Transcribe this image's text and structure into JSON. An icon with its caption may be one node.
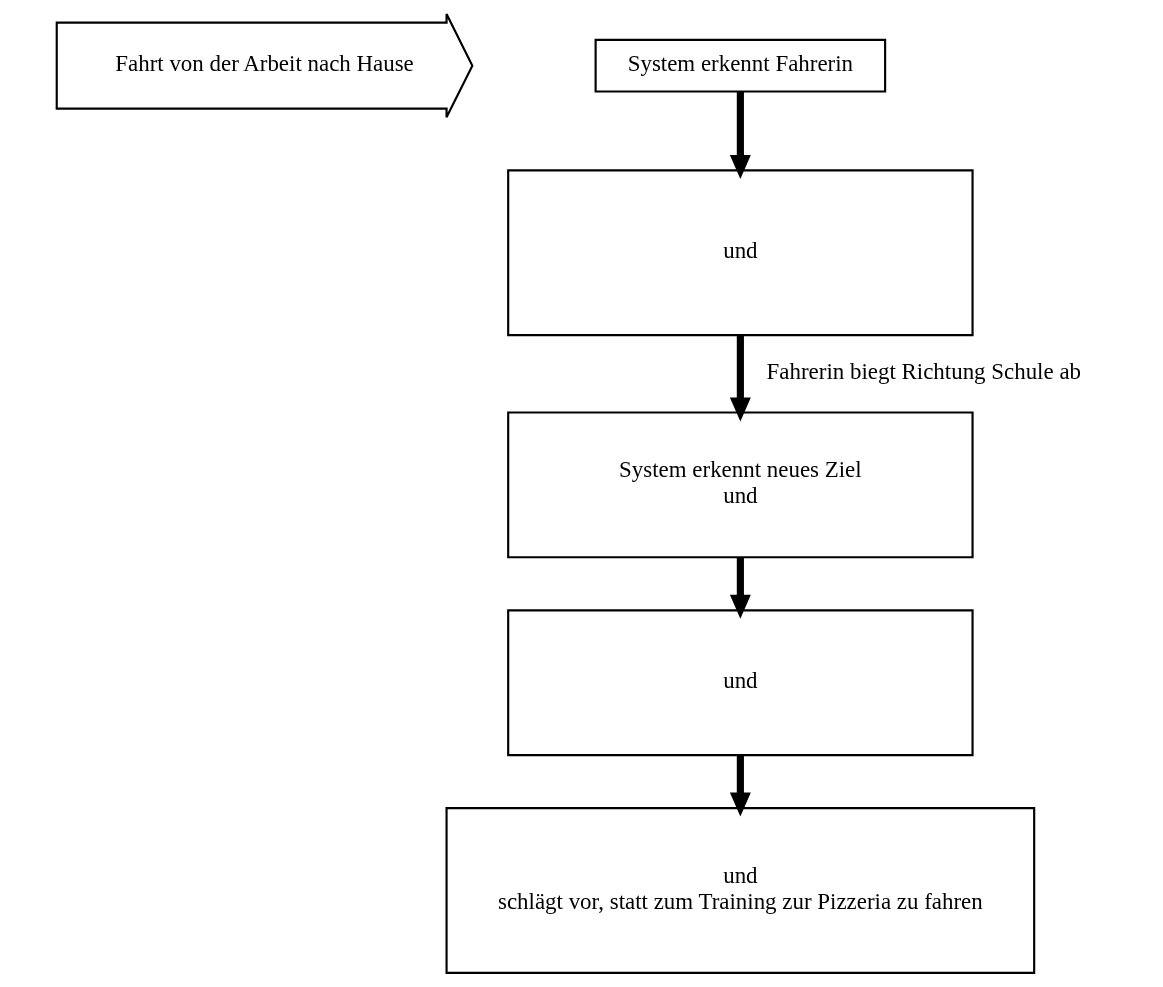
{
  "diagram": {
    "nodes": [
      {
        "text": [
          "System erkennt Fahrerin"
        ]
      },
      {
        "text": [
          "und"
        ]
      },
      {
        "text": [
          "System erkennt neues Ziel",
          "und"
        ]
      },
      {
        "text": [
          "und"
        ]
      },
      {
        "text": [
          "und",
          "schlägt vor, statt zum Training zur Pizzeria zu fahren"
        ]
      },
      {
        "text": [
          "Fahrt von der Arbeit nach Hause"
        ]
      }
    ],
    "edges": [
      {
        "from": 0,
        "to": 1,
        "arrow": "to"
      },
      {
        "from": 1,
        "to": 2,
        "arrow": "to",
        "label": "Fahrerin biegt Richtung Schule ab"
      },
      {
        "from": 2,
        "to": 3,
        "arrow": "to"
      },
      {
        "from": 3,
        "to": 4,
        "arrow": "to"
      }
    ]
  }
}
